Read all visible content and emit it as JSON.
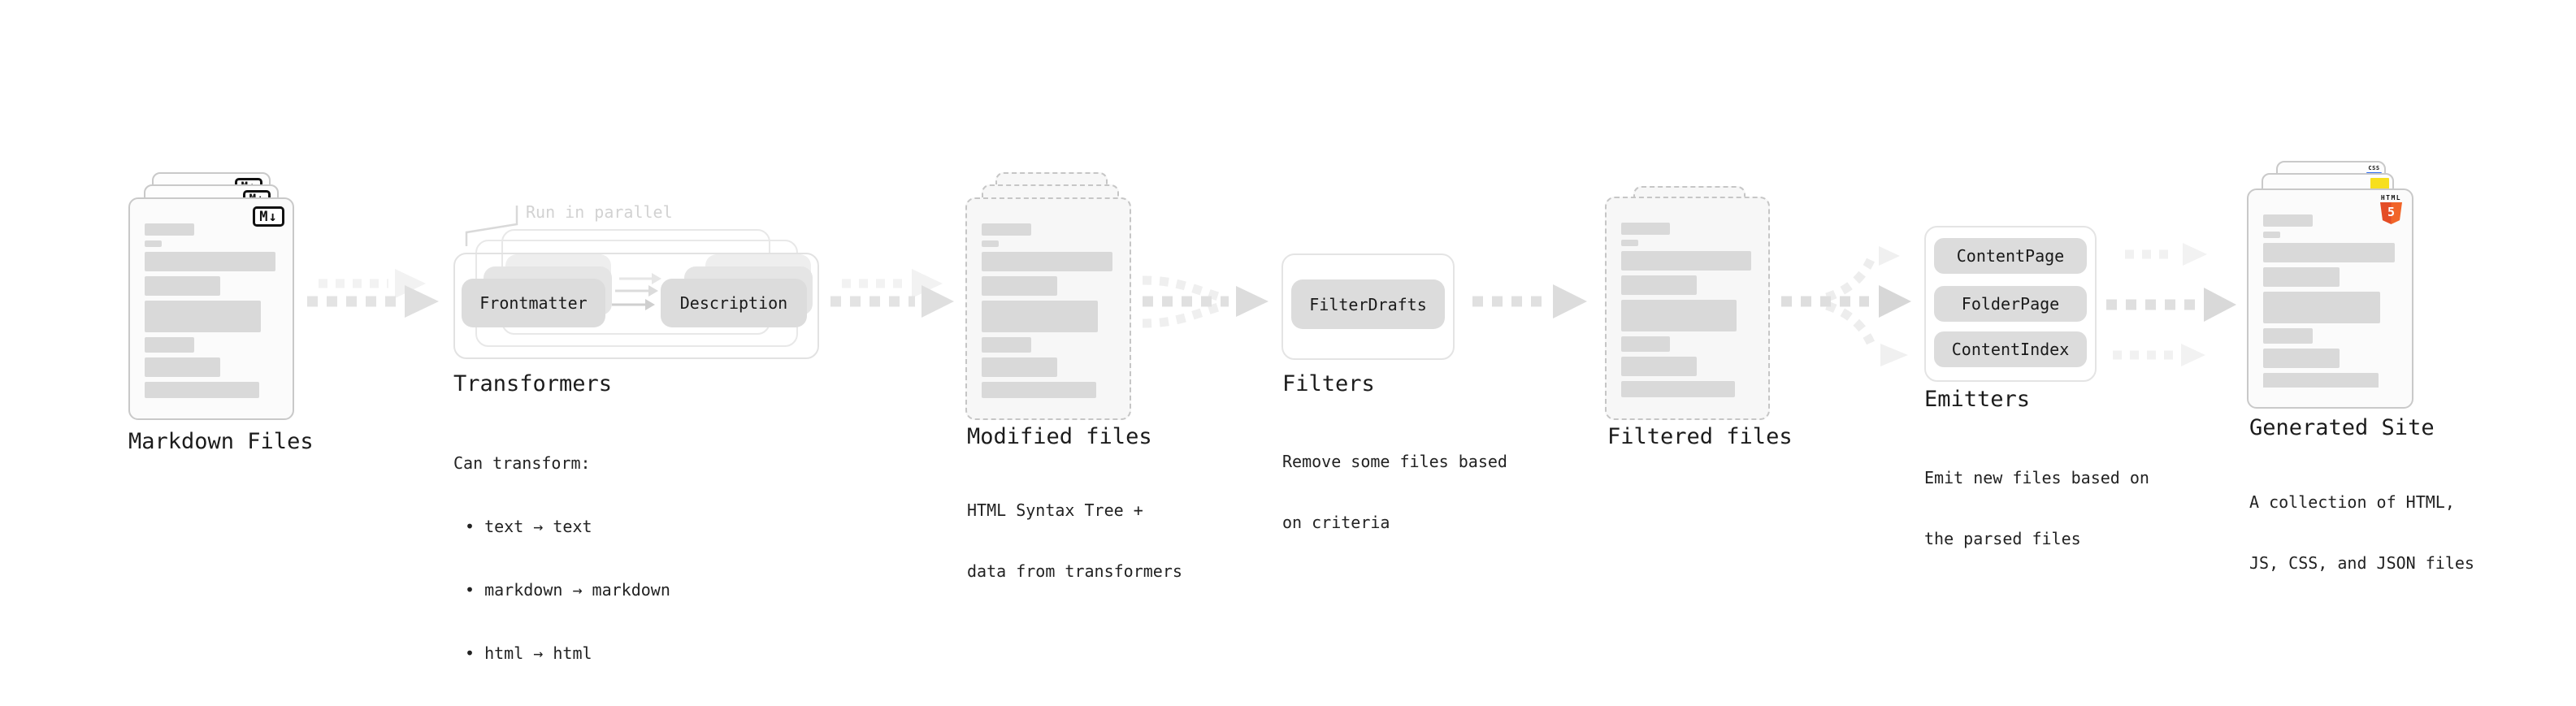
{
  "stages": {
    "markdown_files": {
      "label": "Markdown Files",
      "file_badge": "M↓"
    },
    "transformers": {
      "label": "Transformers",
      "annotation": "Run in parallel",
      "node_frontmatter": "Frontmatter",
      "node_description": "Description",
      "caption_heading": "Can transform:",
      "bullets": [
        "• text → text",
        "• markdown → markdown",
        "• html → html"
      ]
    },
    "modified_files": {
      "label": "Modified files",
      "caption_lines": [
        "HTML Syntax Tree +",
        "data from transformers"
      ]
    },
    "filters": {
      "label": "Filters",
      "node_filterdrafts": "FilterDrafts",
      "caption_lines": [
        "Remove some files based",
        "on criteria"
      ]
    },
    "filtered_files": {
      "label": "Filtered files"
    },
    "emitters": {
      "label": "Emitters",
      "nodes": [
        "ContentPage",
        "FolderPage",
        "ContentIndex"
      ],
      "caption_lines": [
        "Emit new files based on",
        "the parsed files"
      ]
    },
    "generated_site": {
      "label": "Generated Site",
      "caption_lines": [
        "A collection of HTML,",
        "JS, CSS, and JSON files"
      ],
      "css_badge": "CSS",
      "html_badge_text": "HTML",
      "html_badge_number": "5"
    }
  },
  "colors": {
    "html5_orange": "#e44d26",
    "html5_orange_light": "#f16529",
    "js_yellow": "#f7df1e",
    "css_blue": "#2d6bf0"
  }
}
